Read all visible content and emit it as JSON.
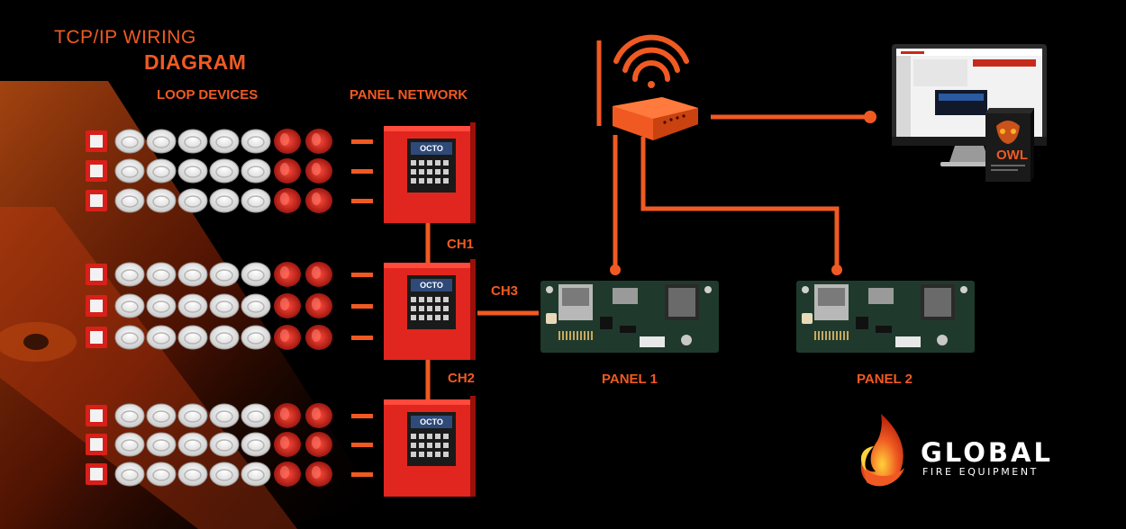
{
  "title_line1": "TCP/IP WIRING",
  "title_line2": "DIAGRAM",
  "loop_devices_label": "LOOP DEVICES",
  "panel_network_label": "PANEL NETWORK",
  "channels": {
    "ch1": "CH1",
    "ch2": "CH2",
    "ch3": "CH3"
  },
  "panels": {
    "panel1": "PANEL 1",
    "panel2": "PANEL 2"
  },
  "panel_display_text": "OCTO",
  "software_box_text": "OWL",
  "brand": {
    "name": "GLOBAL",
    "tagline": "FIRE EQUIPMENT"
  },
  "colors": {
    "accent": "#f05a22",
    "panel_red": "#e0261e",
    "board_green": "#1f3a2c",
    "background": "#000000"
  }
}
